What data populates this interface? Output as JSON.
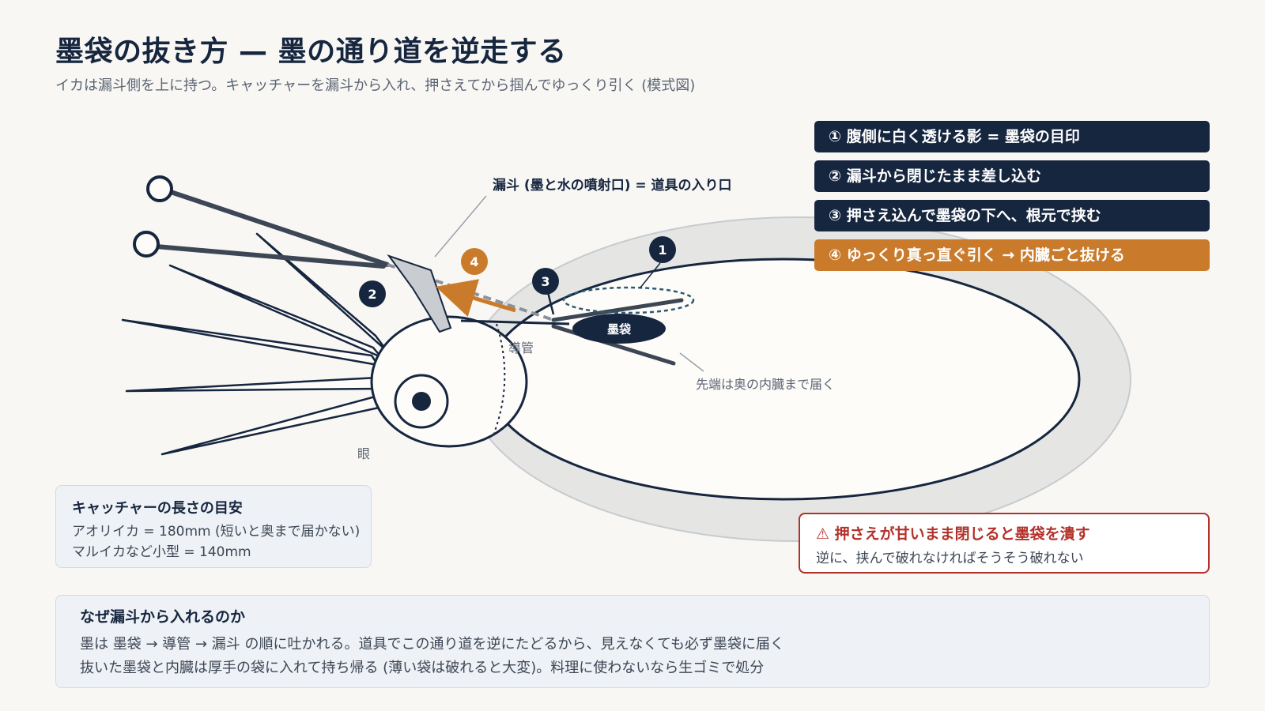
{
  "header": {
    "title": "墨袋の抜き方 — 墨の通り道を逆走する",
    "subtitle": "イカは漏斗側を上に持つ。キャッチャーを漏斗から入れ、押さえてから掴んでゆっくり引く (模式図)"
  },
  "diagram": {
    "funnel_label": "漏斗 (墨と水の噴射口) = 道具の入り口",
    "ink_sac_label": "墨袋",
    "duct_label": "導管",
    "tip_label": "先端は奥の内臓まで届く",
    "eye_label": "眼",
    "markers": [
      "1",
      "2",
      "3",
      "4"
    ]
  },
  "steps": [
    {
      "label": "① 腹側に白く透ける影 = 墨袋の目印"
    },
    {
      "label": "② 漏斗から閉じたまま差し込む"
    },
    {
      "label": "③ 押さえ込んで墨袋の下へ、根元で挟む"
    },
    {
      "label": "④ ゆっくり真っ直ぐ引く → 内臓ごと抜ける"
    }
  ],
  "catcher_length": {
    "heading": "キャッチャーの長さの目安",
    "lines": [
      "アオリイカ = 180mm (短いと奥まで届かない)",
      "マルイカなど小型 = 140mm"
    ]
  },
  "warning": {
    "heading": "⚠ 押さえが甘いまま閉じると墨袋を潰す",
    "text": "逆に、挟んで破れなければそうそう破れない"
  },
  "why": {
    "heading": "なぜ漏斗から入れるのか",
    "lines": [
      "墨は 墨袋 → 導管 → 漏斗 の順に吐かれる。道具でこの通り道を逆にたどるから、見えなくても必ず墨袋に届く",
      "抜いた墨袋と内臓は厚手の袋に入れて持ち帰る (薄い袋は破れると大変)。料理に使わないなら生ゴミで処分"
    ]
  },
  "colors": {
    "navy": "#16263f",
    "accent": "#c97b2b",
    "warning": "#b3312a",
    "mantle_shadow": "#e5e6e3",
    "funnel": "#c9ccd1"
  }
}
